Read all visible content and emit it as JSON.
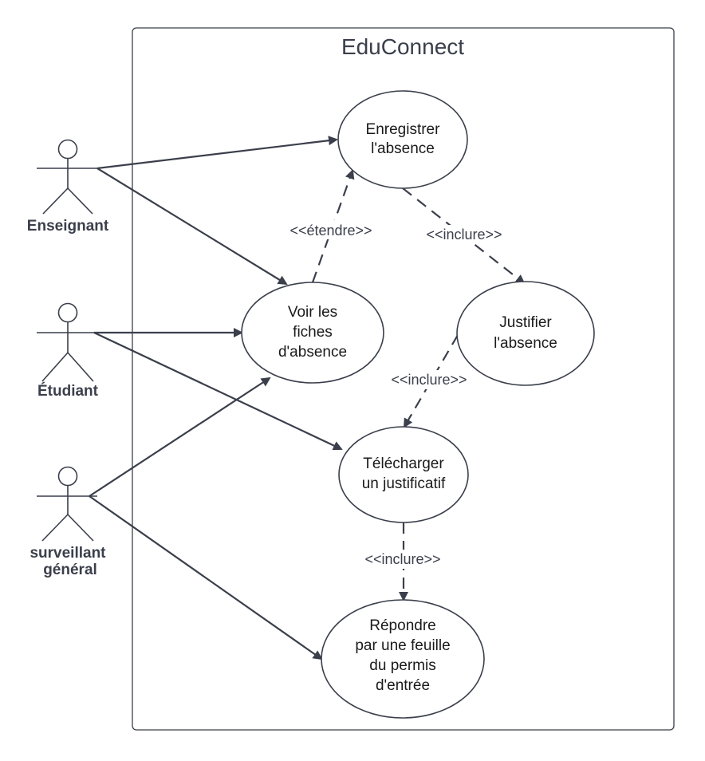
{
  "system": {
    "title": "EduConnect"
  },
  "actors": {
    "enseignant": "Enseignant",
    "etudiant": "Étudiant",
    "surveillant_line1": "surveillant",
    "surveillant_line2": "général"
  },
  "use_cases": {
    "enregistrer": [
      "Enregistrer",
      "l'absence"
    ],
    "voir": [
      "Voir les",
      "fiches",
      "d'absence"
    ],
    "justifier": [
      "Justifier",
      "l'absence"
    ],
    "telecharger": [
      "Télécharger",
      "un justificatif"
    ],
    "repondre": [
      "Répondre",
      "par une feuille",
      "du permis",
      "d'entrée"
    ]
  },
  "relations": {
    "etendre": "<<étendre>>",
    "inclure_1": "<<inclure>>",
    "inclure_2": "<<inclure>>",
    "inclure_3": "<<inclure>>"
  },
  "colors": {
    "stroke": "#3a3f4b",
    "background": "#ffffff"
  }
}
